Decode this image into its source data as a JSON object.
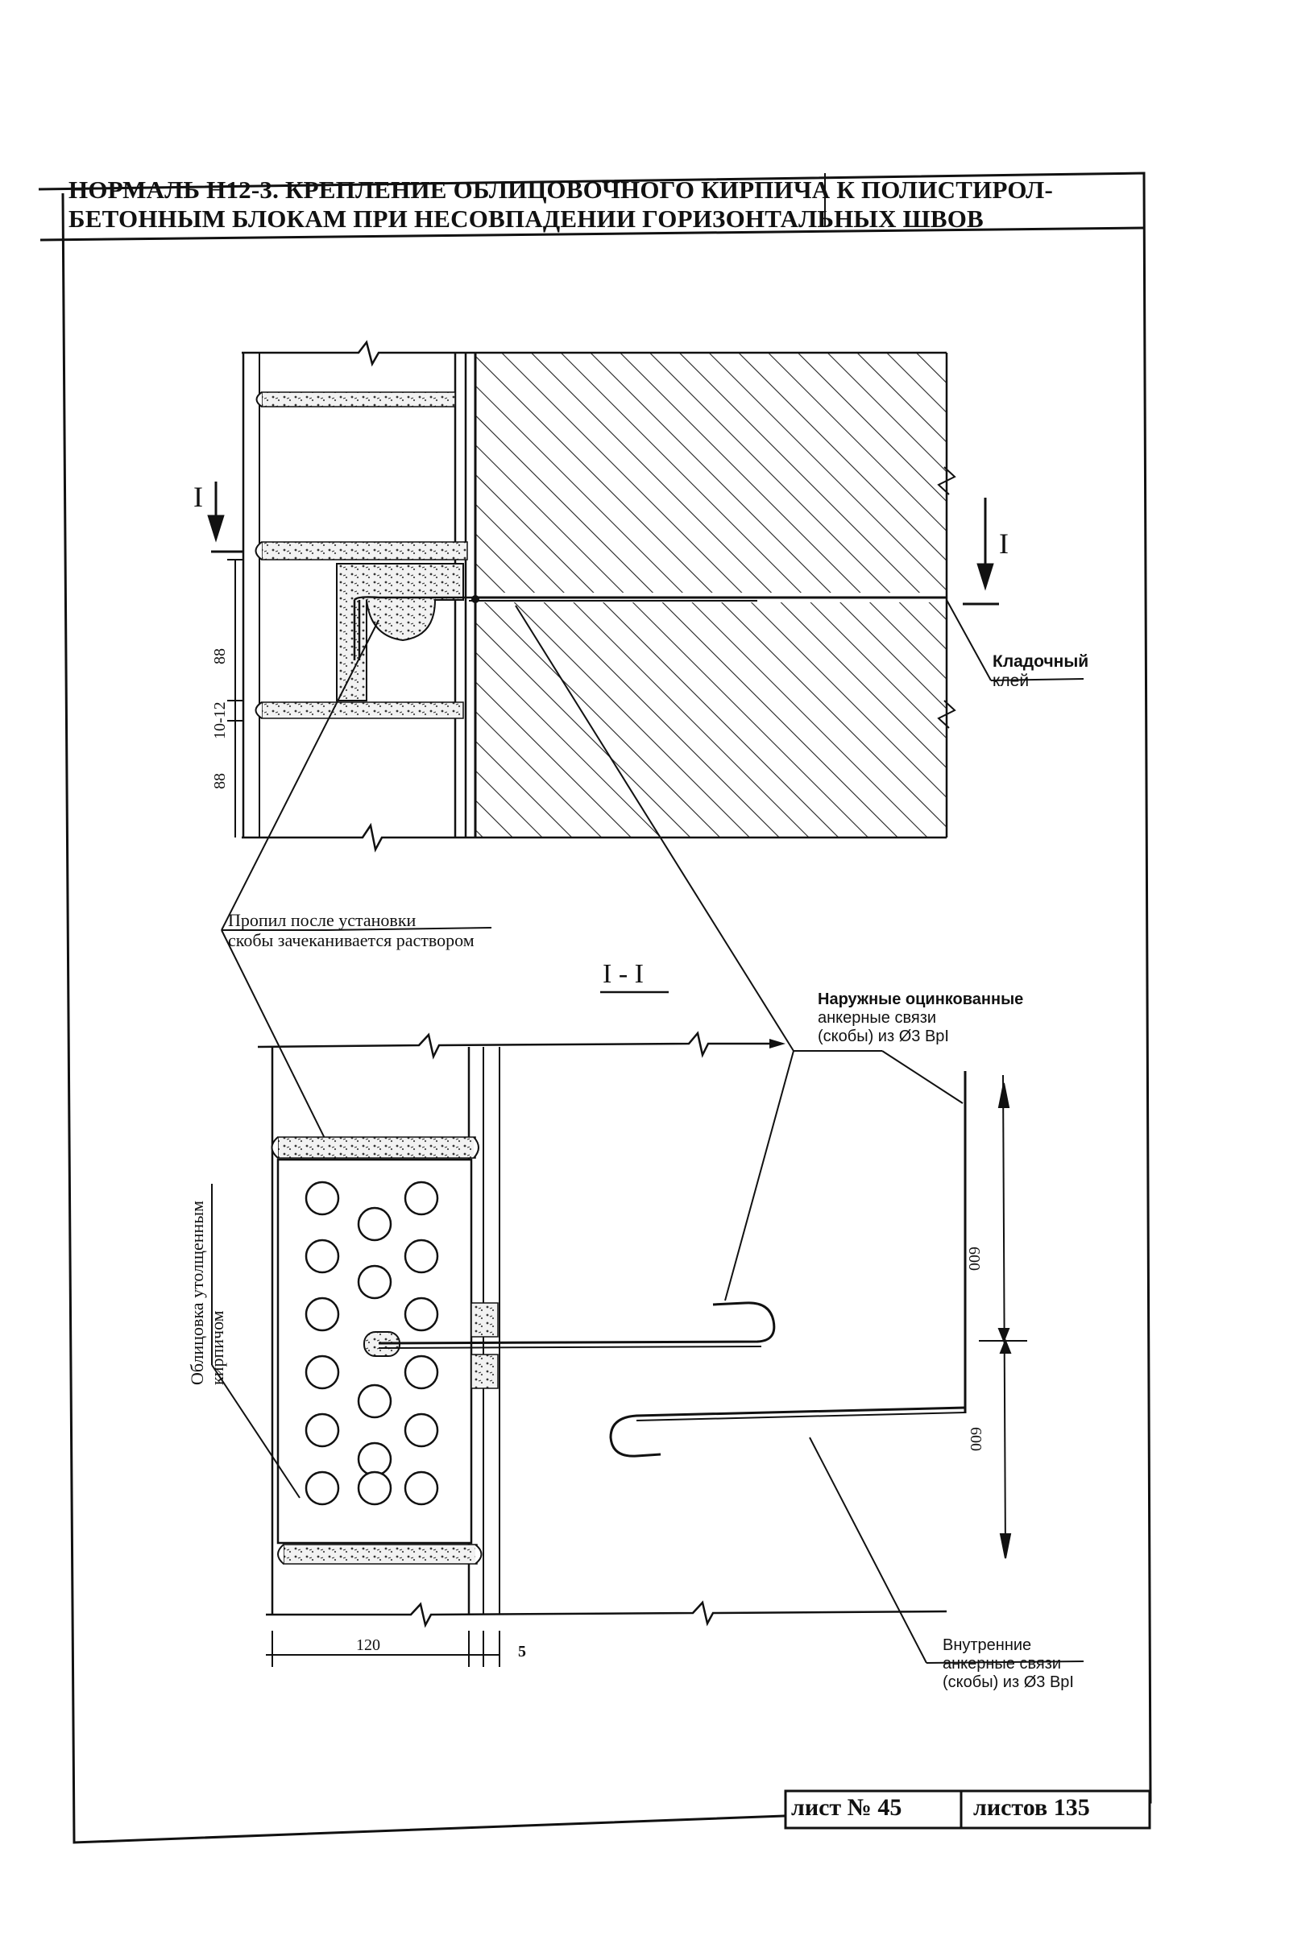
{
  "title": {
    "line1": "НОРМАЛЬ Н12-3. КРЕПЛЕНИЕ ОБЛИЦОВОЧНОГО КИРПИЧА К ПОЛИСТИРОЛ-",
    "line2": "БЕТОННЫМ БЛОКАМ ПРИ НЕСОВПАДЕНИИ ГОРИЗОНТАЛЬНЫХ ШВОВ"
  },
  "plan": {
    "section_mark_left": "I",
    "section_mark_right": "I",
    "dim_top": "88",
    "dim_mid": "10-12",
    "dim_bottom": "88",
    "glue_label_line1": "Кладочный",
    "glue_label_line2": "клей"
  },
  "callouts": {
    "cut_line1": "Пропил после установки",
    "cut_line2": "скобы зачеканивается раствором",
    "outer_line1": "Наружные оцинкованные",
    "outer_line2": "анкерные связи",
    "outer_line3": "(скобы) из Ø3 BpI",
    "inner_line1": "Внутренние",
    "inner_line2": "анкерные связи",
    "inner_line3": "(скобы) из Ø3 BpI",
    "brick_line1": "Облицовка утолщенным",
    "brick_line2": "кирпичом"
  },
  "section": {
    "title": "I - I",
    "dim_600_upper": "600",
    "dim_600_lower": "600",
    "dim_120": "120",
    "dim_5": "5"
  },
  "footer": {
    "sheet_label": "лист № 45",
    "sheets_label": "листов 135"
  }
}
